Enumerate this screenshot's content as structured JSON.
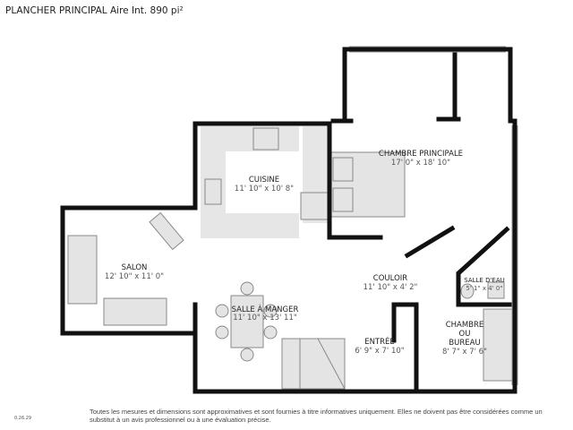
{
  "header": {
    "title": "PLANCHER PRINCIPAL Aire Int. 890 pi²"
  },
  "footer": {
    "version": "0.26.29",
    "disclaimer": "Toutes les mesures et dimensions sont approximatives et sont fournies à titre informatives uniquement. Elles ne doivent pas être considérées comme un substitut à un avis professionnel ou à une évaluation précise."
  },
  "rooms": [
    {
      "name": "CUISINE",
      "dims": "11' 10\" x 10' 8\""
    },
    {
      "name": "CHAMBRE PRINCIPALE",
      "dims": "17' 0\" x 18' 10\""
    },
    {
      "name": "SALON",
      "dims": "12' 10\" x 11' 0\""
    },
    {
      "name": "COULOIR",
      "dims": "11' 10\" x 4' 2\""
    },
    {
      "name": "SALLE D'EAU",
      "dims": "5' 1\" x 4' 0\""
    },
    {
      "name": "SALLE À MANGER",
      "dims": "11' 10\" x 13' 11\""
    },
    {
      "name": "ENTRÉE",
      "dims": "6' 9\" x 7' 10\""
    },
    {
      "name_lines": [
        "CHAMBRE",
        "OU",
        "BUREAU"
      ],
      "dims": "8' 7\" x 7' 6\""
    }
  ]
}
